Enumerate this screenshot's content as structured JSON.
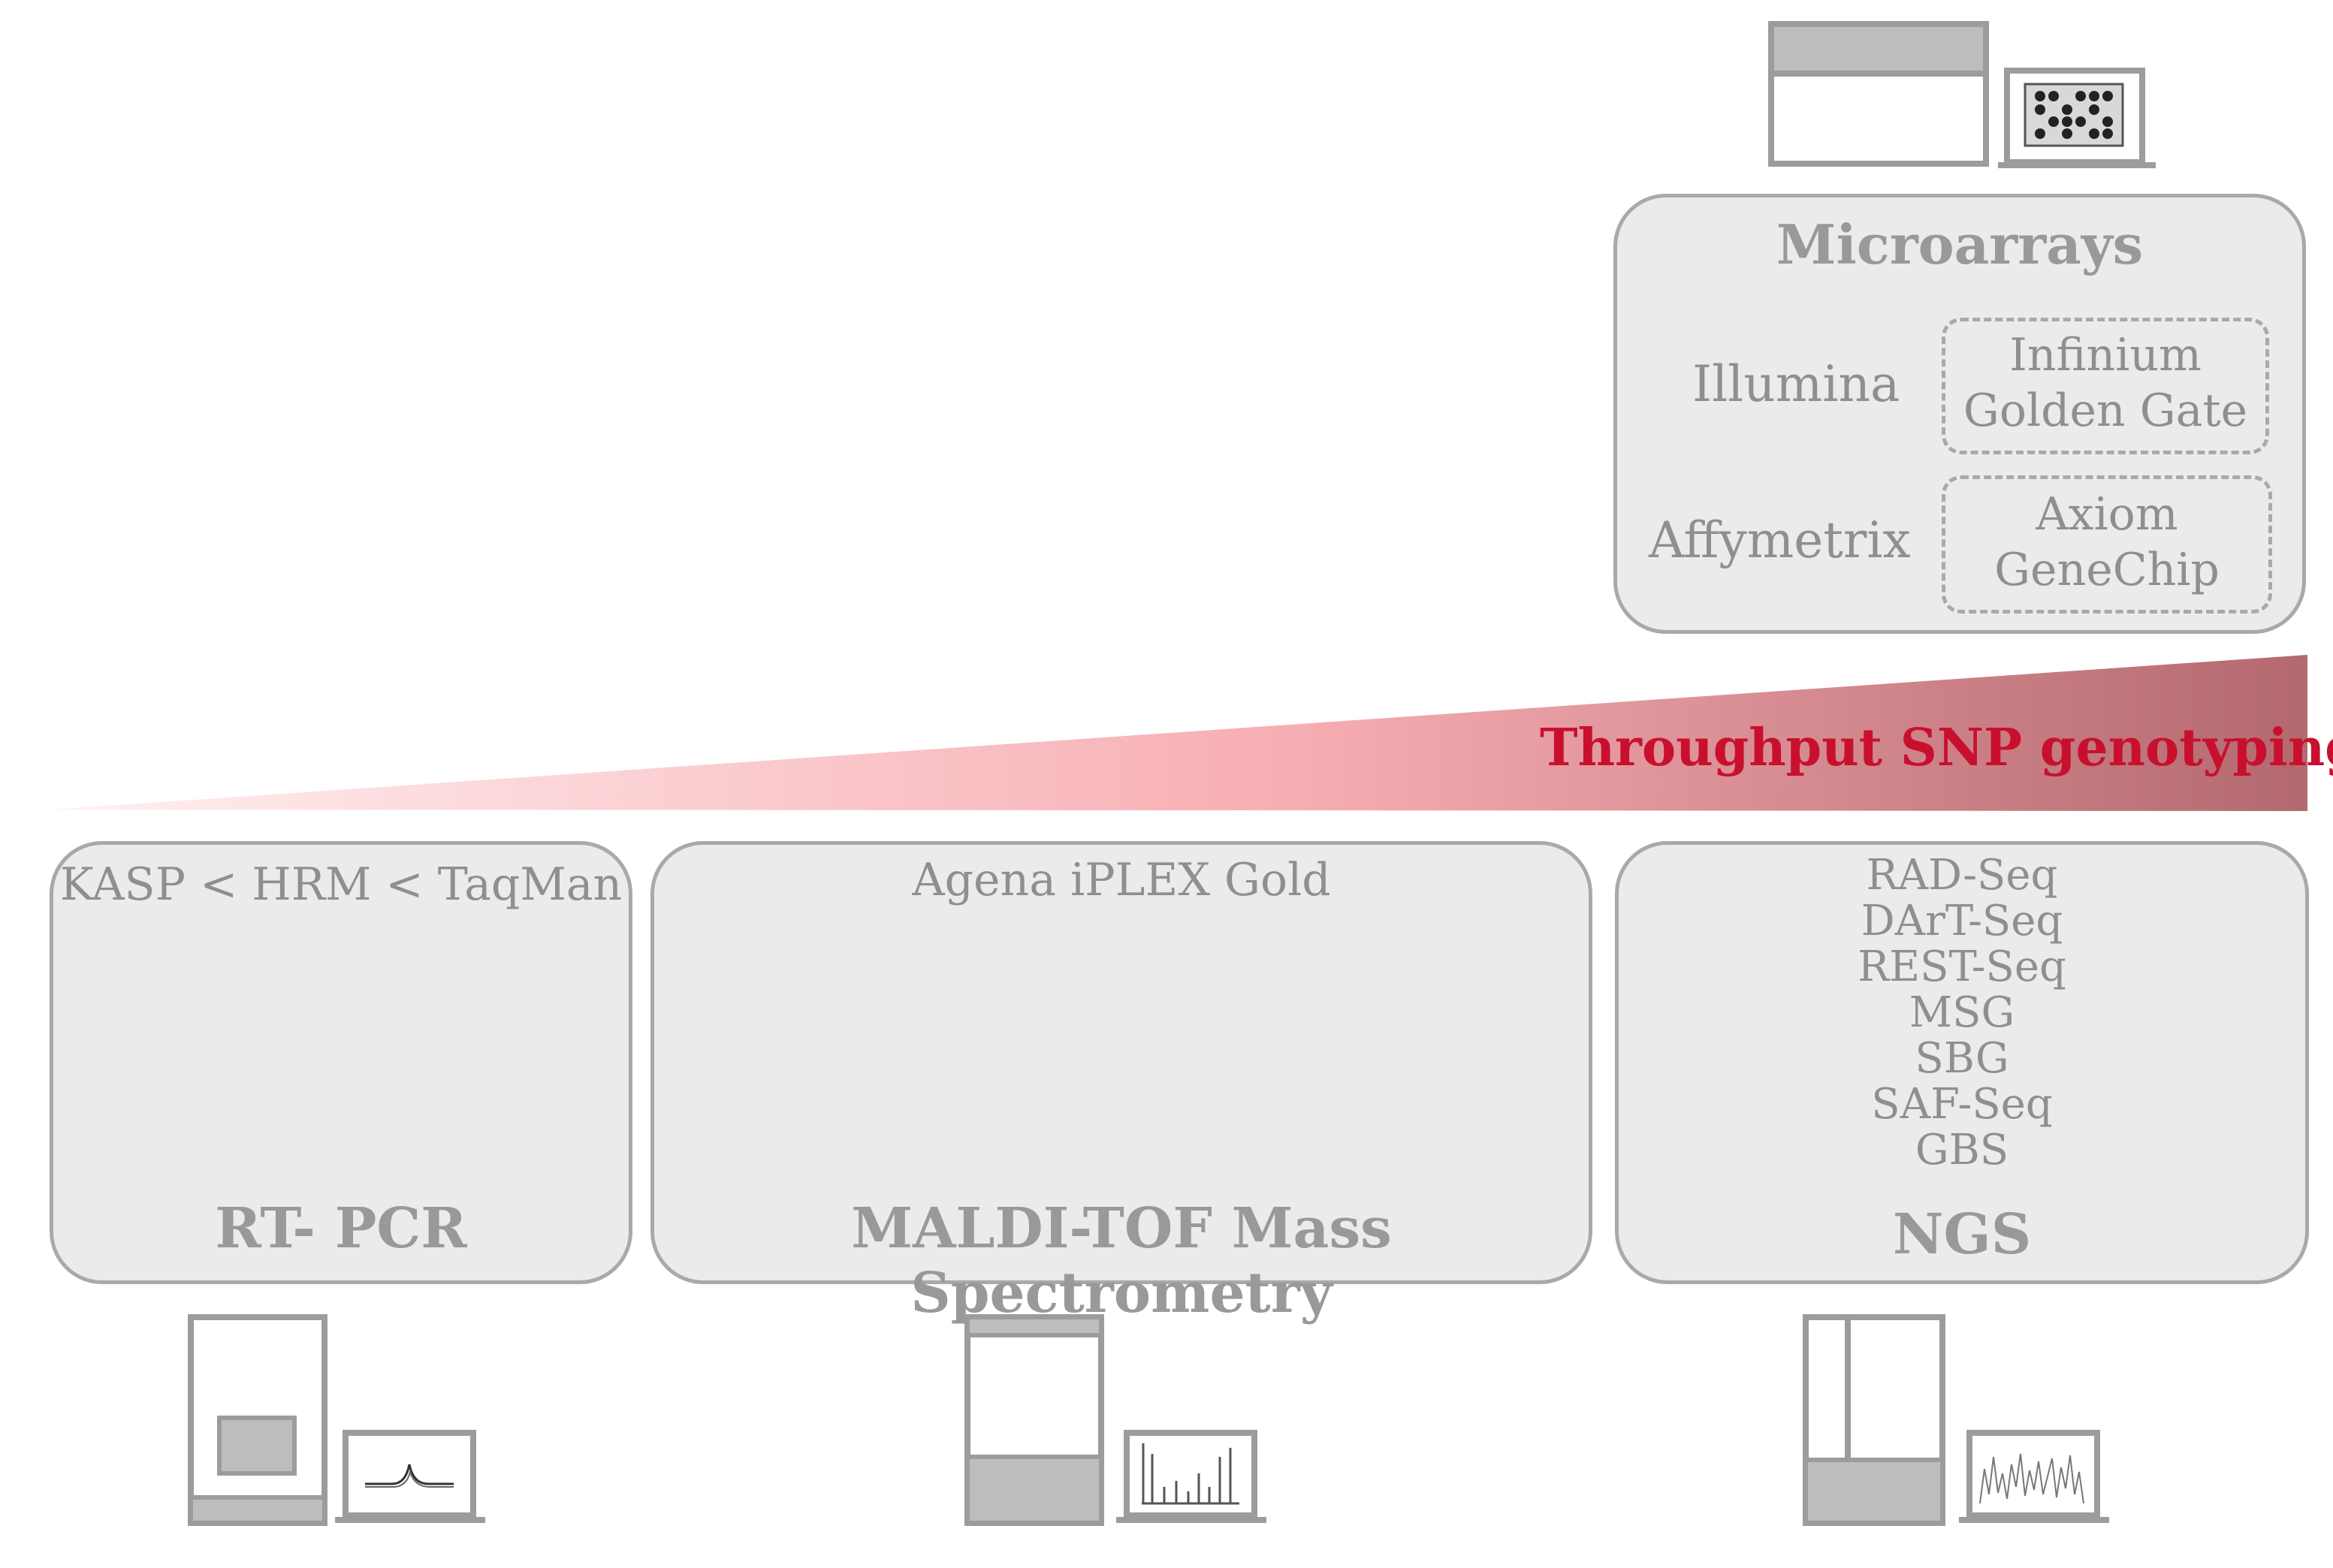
{
  "microarrays": {
    "title": "Microarrays",
    "illumina": {
      "label": "Illumina",
      "products": [
        "Infinium",
        "Golden Gate"
      ]
    },
    "affymetrix": {
      "label": "Affymetrix",
      "products": [
        "Axiom",
        "GeneChip"
      ]
    }
  },
  "throughput_label": "Throughput SNP genotyping",
  "rtpcr": {
    "title": "RT- PCR",
    "subtitle": "KASP < HRM < TaqMan"
  },
  "maldi": {
    "title": "MALDI-TOF Mass Spectrometry",
    "subtitle": "Agena iPLEX Gold"
  },
  "ngs": {
    "title": "NGS",
    "methods": [
      "RAD-Seq",
      "DArT-Seq",
      "REST-Seq",
      "MSG",
      "SBG",
      "SAF-Seq",
      "GBS"
    ]
  },
  "colors": {
    "box_fill": "#ebebeb",
    "box_border": "#a9a9a9",
    "accent_red": "#c8102e",
    "wedge_start": "#fde6e8",
    "wedge_end": "#b36a70"
  }
}
